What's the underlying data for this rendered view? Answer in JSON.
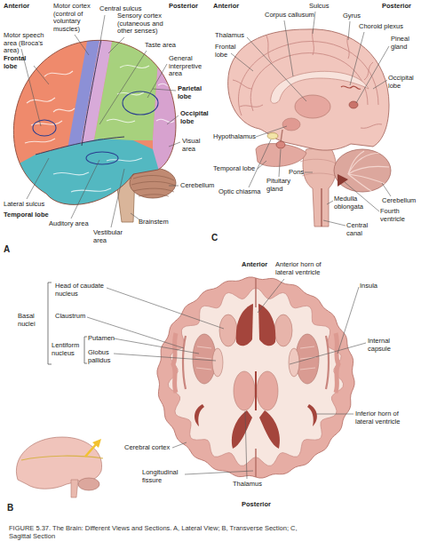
{
  "diagram": {
    "caption": "FIGURE 5.37. The Brain: Different Views and Sections. A, Lateral View; B, Transverse Section; C, Sagittal Section",
    "labels": [
      "Anterior",
      "Posterior",
      "Motor cortex (control of voluntary muscles)",
      "Central sulcus",
      "Sensory cortex (cutaneous and other senses)",
      "Motor speech area (Broca's area)",
      "Frontal lobe",
      "Taste area",
      "General interpretive area",
      "Parietal lobe",
      "Occipital lobe",
      "Visual area",
      "Cerebellum",
      "Lateral sulcus",
      "Temporal lobe",
      "Auditory area",
      "Brainstem",
      "Vestibular area",
      "A",
      "Anterior",
      "Sulcus",
      "Corpus callusum",
      "Gyrus",
      "Choroid plexus",
      "Posterior",
      "Thalamus",
      "Pineal gland",
      "Frontal lobe",
      "Occipital lobe",
      "Hypothalamus",
      "Temporal lobe",
      "Pons",
      "Pituitary gland",
      "Optic chiasma",
      "Cerebellum",
      "Medulla oblongata",
      "Fourth ventricle",
      "Central canal",
      "C",
      "Anterior",
      "Anterior horn of lateral ventricle",
      "Head of caudate nucleus",
      "Insula",
      "Basal nuclei",
      "Claustrum",
      "Putamen",
      "Lentiform nucleus",
      "Globus pallidus",
      "Internal capsule",
      "Inferior horn of lateral ventricle",
      "Cerebral cortex",
      "Longitudinal fissure",
      "Thalamus",
      "B",
      "Posterior"
    ]
  }
}
